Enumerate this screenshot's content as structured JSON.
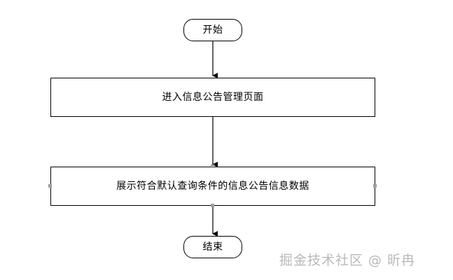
{
  "diagram": {
    "type": "flowchart",
    "orientation": "vertical",
    "nodes": [
      {
        "id": "start",
        "shape": "terminator",
        "label": "开始"
      },
      {
        "id": "process-1",
        "shape": "process",
        "label": "进入信息公告管理页面"
      },
      {
        "id": "process-2",
        "shape": "process",
        "label": "展示符合默认查询条件的信息公告信息数据"
      },
      {
        "id": "end",
        "shape": "terminator",
        "label": "结束"
      }
    ],
    "edges": [
      {
        "from": "start",
        "to": "process-1",
        "arrow": "down"
      },
      {
        "from": "process-1",
        "to": "process-2",
        "arrow": "down"
      },
      {
        "from": "process-2",
        "to": "end",
        "arrow": "down"
      }
    ],
    "colors": {
      "node_border": "#000000",
      "node_fill": "#ffffff",
      "edge": "#000000",
      "handle": "#9aa0a6",
      "watermark": "#b9b9b9",
      "background": "#ffffff"
    }
  },
  "watermark": {
    "text": "掘金技术社区 @ 昕冉"
  }
}
